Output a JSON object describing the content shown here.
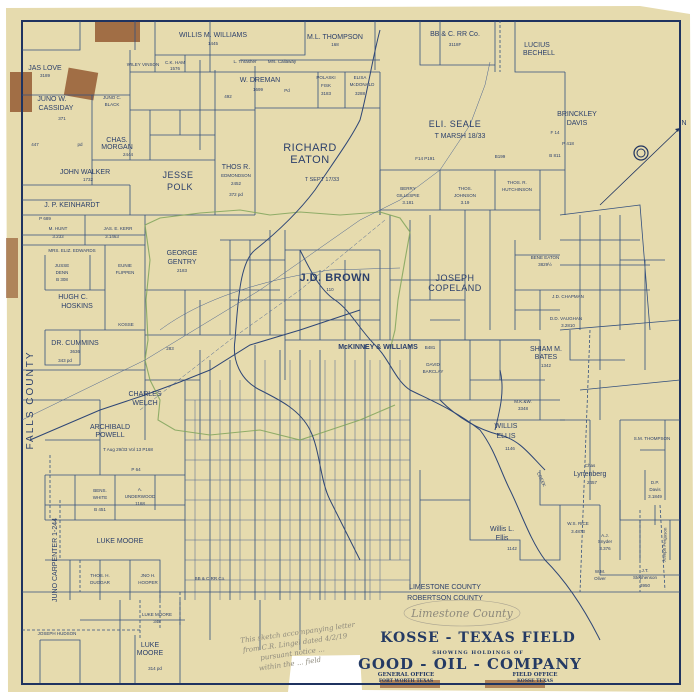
{
  "title": {
    "line1": "KOSSE - TEXAS FIELD",
    "line2": "SHOWING HOLDINGS OF",
    "line3": "GOOD - OIL - COMPANY",
    "general_office": "GENERAL OFFICE",
    "general_office_city": "FORT WORTH TEXAS",
    "field_office": "FIELD OFFICE",
    "field_office_city": "KOSSE TEXAS"
  },
  "compass": {
    "north": "N"
  },
  "counties": {
    "falls": "FALLS COUNTY",
    "limestone": "LIMESTONE COUNTY",
    "robertson": "ROBERTSON COUNTY",
    "pencil_note": "Limestone County"
  },
  "handwritten_note": [
    "This sketch accompanying letter",
    "from C.R. Lingel dated 4/2/19",
    "pursuant notice ... ",
    "within the ... field"
  ],
  "colors": {
    "paper": "#e6dbae",
    "ink": "#2b3f6b",
    "green_line": "#7fa35a",
    "tape": "#8a4a22"
  },
  "labels": {
    "jas_love": "JAS LOVE",
    "jas_love_no": "3189",
    "cassiday": "JUNO W.",
    "cassiday2": "CASSIDAY",
    "cassiday_no": "371",
    "n447": "447",
    "pd1": "pd",
    "black": "JUNO C.",
    "black2": "BLACK",
    "vinson": "WILEY VINSON",
    "ham": "C.K. HAM",
    "ham_no": "1576",
    "williams": "WILLIS M. WILLIAMS",
    "williams_no": "1445",
    "thompson": "M.L. THOMPSON",
    "thompson_no": "168",
    "bbc": "BB & C. RR Co.",
    "bbc_no": "3118F",
    "bechell": "LUCIUS",
    "bechell2": "BECHELL",
    "thrasher": "L. Thrasher",
    "callaway": "Mrs. Callaway",
    "dreman": "W. DREMAN",
    "dreman_no": "1699",
    "n492": "492",
    "pd2": "Pd",
    "fisk": "POLASKI",
    "fisk2": "FISK",
    "fisk_no": "3183",
    "mcdonald": "ELISA",
    "mcdonald2": "McDONALD",
    "mcdonald_no": "3288",
    "morgan": "CHAS.",
    "morgan2": "MORGAN",
    "morgan_no": "2444",
    "walker": "JOHN WALKER",
    "walker_no": "1732",
    "polk": "JESSE",
    "polk2": "POLK",
    "edmondson": "THOS R.",
    "edmondson2": "EDMONDSON",
    "edmondson_no": "2452",
    "edmondson_pd": "372  pd",
    "eaton": "RICHARD",
    "eaton2": "EATON",
    "eaton_date": "T SEPT 17/33",
    "seale": "ELI. SEALE",
    "marsh": "T MARSH 18/33",
    "seale_fp": "F14   P191",
    "seale_b": "B199",
    "davis": "BRINCKLEY",
    "davis2": "DAVIS",
    "davis_f": "F 14",
    "davis_p": "P 418",
    "davis_b": "B 811",
    "gillespie": "BERRY",
    "gillespie2": "GILLESPIE",
    "gillespie_no": "3.181",
    "johnson": "THOS.",
    "johnson2": "JOHNSON",
    "johnson_no": "3.19",
    "hutchinson": "THOS. R.",
    "hutchinson2": "HUTCHINSON",
    "keinhardt": "J. P. KEINHARDT",
    "p689": "P 689",
    "hunt": "M. HUNT",
    "hunt_no": "3.233",
    "kerr": "JAS. E. KERR",
    "kerr_no": "3.1463",
    "edwards": "MRS. ELIZ. EDWARDS",
    "denn": "JUSSE",
    "denn2": "DENN",
    "denn_no": "B 308",
    "flippen": "EUNIE",
    "flippen2": "FLIPPEN",
    "hoskins": "HUGH C.",
    "hoskins2": "HOSKINS",
    "kosse": "KOSSE",
    "cummins": "DR. CUMMINS",
    "cummins_no": "3636",
    "cummins_pd": "343 pd",
    "gentry": "GEORGE",
    "gentry2": "GENTRY",
    "gentry_no": "2183",
    "n283": "283",
    "brown": "J.D. BROWN",
    "brown_no": "110",
    "copeland": "JOSEPH",
    "copeland2": "COPELAND",
    "bene_eaton": "BENE EATON",
    "bene_eaton_no": "3829½",
    "chapman": "J.D. CHAPMAN",
    "vaughan": "D.D. VAUGHAN",
    "vaughan_no": "3.2810",
    "bates": "SHIAM M.",
    "bates2": "BATES",
    "bates_no": "1342",
    "mckinney": "McKINNEY  &  WILLIAMS",
    "b481": "B481",
    "barclay": "DAVID",
    "barclay2": "BARCLAY",
    "mkw": "M.K.&W.",
    "mkw_no": "3348",
    "welch": "CHARLES",
    "welch2": "WELCH",
    "powell": "ARCHIBALD",
    "powell2": "POWELL",
    "powell_date": "T Aug 29/33   Vol 13   P168",
    "p64": "P 64",
    "white": "BENS.",
    "white2": "WHITE",
    "b451": "B 451",
    "underwood": "A.",
    "underwood2": "UNDERWOOD",
    "underwood_no": "1168",
    "luke1": "LUKE MOORE",
    "duggar": "THOS. H.",
    "duggar2": "DUGGAR",
    "hooper": "JNO H.",
    "hooper2": "HOOPER",
    "carpenter": "JUNO CARPENTER  1-244",
    "luke2": "LUKE MOORE",
    "luke2_no": "348",
    "hudson": "JOSEPH HUDSON",
    "luke3": "LUKE",
    "luke3b": "MOORE",
    "luke3_no": "314   pd",
    "ellis": "WILLIS",
    "ellis2": "ELLIS",
    "ellis_no": "1146",
    "lynenberg": "Chas",
    "lynenberg2": "Lynenberg",
    "lynenberg_no": "2457",
    "sm_thompson": "S.M. THOMPSON",
    "dp_davis": "D.P.",
    "dp_davis2": "Davis",
    "dp_davis_no": "3.1849",
    "wl_ellis": "Willis L.",
    "wl_ellis2": "Ellis",
    "wl_ellis_no": "1142",
    "rice": "W.S. RICE",
    "rice_no": "3.4873",
    "snyder": "A.J.",
    "snyder2": "Snyder",
    "snyder_no": "3.376",
    "oliver": "W.M.",
    "oliver2": "Oliver",
    "stephenson": "J.T.",
    "stephenson2": "Stephenson",
    "stephenson_no": "3950",
    "ferguson": "Joseph Ferguson",
    "creek": "CREEK",
    "bbc2": "BB & C RR Co."
  }
}
